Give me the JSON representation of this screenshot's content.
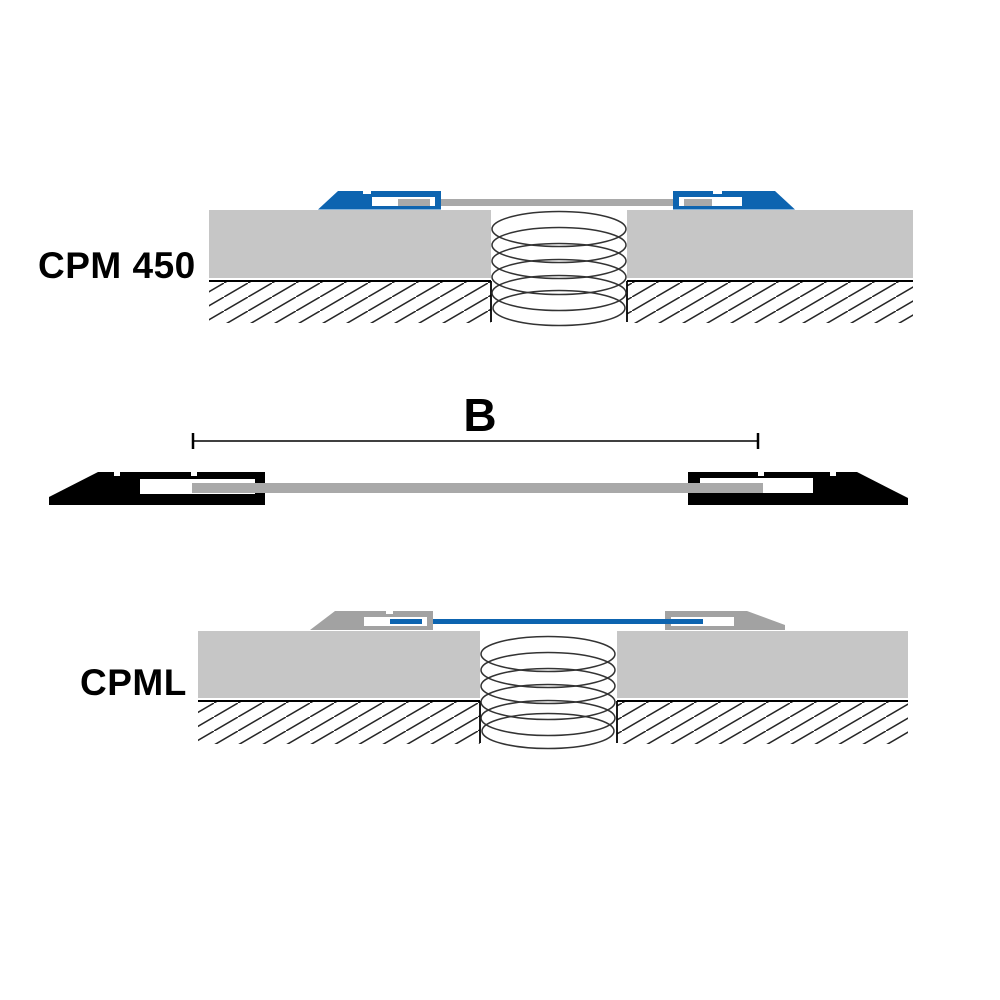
{
  "labels": {
    "diagram1_label": "CPM 450",
    "dimension_label": "B",
    "diagram3_label": "CPML"
  },
  "colors": {
    "background": "#ffffff",
    "accent_blue": "#0d64b0",
    "slab_gray": "#c6c6c6",
    "strip_gray": "#a9a9a9",
    "profile_gray": "#a2a2a2",
    "profile_black": "#000000",
    "hatch_line": "#262626",
    "spring_line": "#333333",
    "line_black": "#000000"
  }
}
